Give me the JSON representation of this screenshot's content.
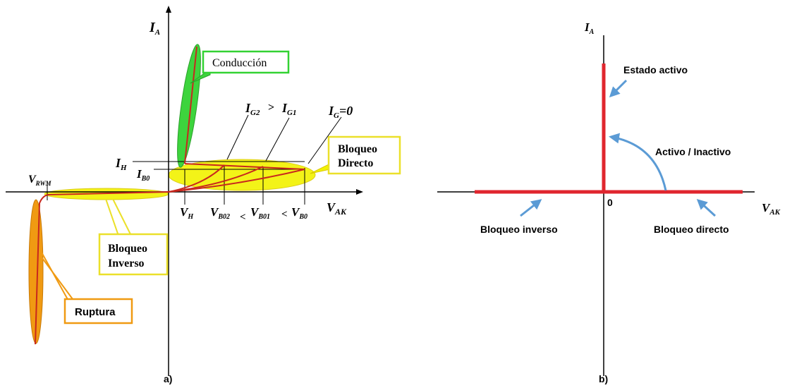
{
  "panel_a": {
    "caption": "a)",
    "axis_y": {
      "main": "I",
      "sub": "A"
    },
    "axis_x": {
      "main": "V",
      "sub": "AK"
    },
    "callouts": {
      "conduccion": "Conducción",
      "bloqueo_directo": [
        "Bloqueo",
        "Directo"
      ],
      "bloqueo_inverso": [
        "Bloqueo",
        "Inverso"
      ],
      "ruptura": "Ruptura"
    },
    "labels": {
      "ih": {
        "main": "I",
        "sub": "H"
      },
      "ib0": {
        "main": "I",
        "sub": "B0"
      },
      "vrwm": {
        "main": "V",
        "sub": "RWM"
      },
      "vh": {
        "main": "V",
        "sub": "H"
      },
      "vb02": {
        "main": "V",
        "sub": "B02"
      },
      "vb01": {
        "main": "V",
        "sub": "B01"
      },
      "vb0": {
        "main": "V",
        "sub": "B0"
      },
      "ig2": {
        "main": "I",
        "sub": "G2"
      },
      "ig1": {
        "main": "I",
        "sub": "G1"
      },
      "ig0": {
        "main": "I",
        "sub": "G",
        "suffix": "=0"
      },
      "gt": ">",
      "lt1": "<",
      "lt2": "<"
    },
    "colors": {
      "curve": "#c8281e",
      "green": "#3dd43d",
      "yellow": "#f2f200",
      "orange": "#f09a12",
      "axis": "#000000"
    }
  },
  "panel_b": {
    "caption": "b)",
    "axis_y": {
      "main": "I",
      "sub": "A"
    },
    "axis_x": {
      "main": "V",
      "sub": "AK"
    },
    "origin": "0",
    "labels": {
      "estado_activo": "Estado activo",
      "activo_inactivo": "Activo / Inactivo",
      "bloqueo_inverso": "Bloqueo inverso",
      "bloqueo_directo": "Bloqueo directo"
    },
    "colors": {
      "line": "#e0262e",
      "arrow": "#5b9bd5"
    }
  }
}
